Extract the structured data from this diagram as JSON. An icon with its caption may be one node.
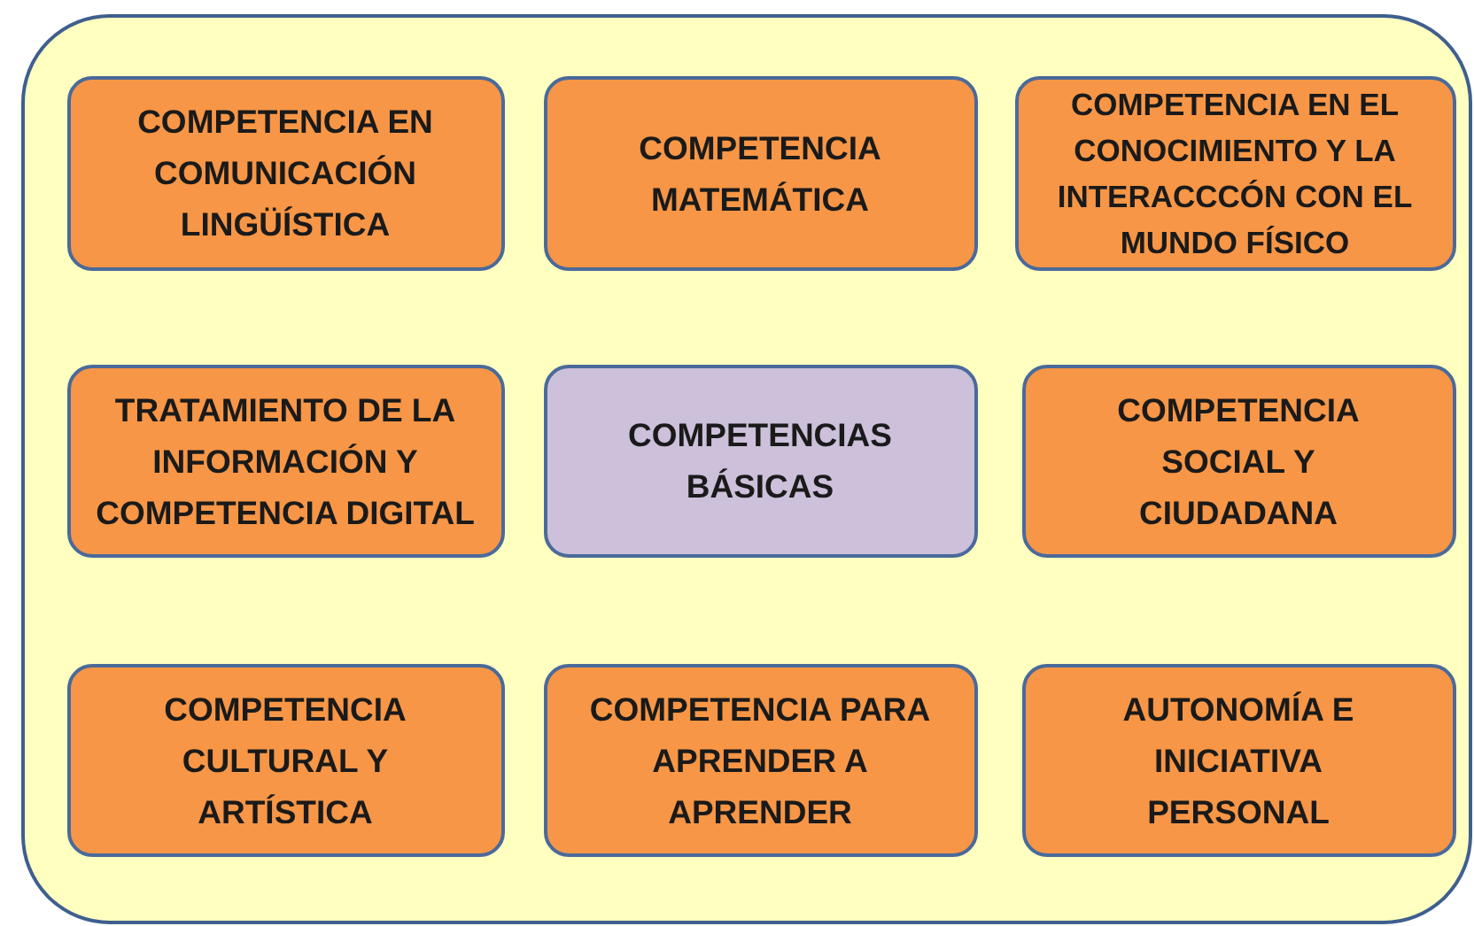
{
  "diagram": {
    "nodes": [
      {
        "text": [],
        "shape": "box"
      },
      {
        "text": [
          "COMPETENCIA EN COMUNICACIÓN LINGÜÍSTICA"
        ],
        "in": 0
      },
      {
        "text": [
          "COMPETENCIA MATEMÁTICA"
        ],
        "in": 0
      },
      {
        "text": [
          "COMPETENCIA EN EL CONOCIMIENTO Y LA INTERACCCÓN CON EL MUNDO FÍSICO"
        ],
        "in": 0
      },
      {
        "text": [
          "TRATAMIENTO DE LA INFORMACIÓN Y COMPETENCIA DIGITAL"
        ],
        "in": 0
      },
      {
        "text": [
          "COMPETENCIAS BÁSICAS"
        ],
        "in": 0
      },
      {
        "text": [
          "COMPETENCIA SOCIAL Y CIUDADANA"
        ],
        "in": 0
      },
      {
        "text": [
          "COMPETENCIA CULTURAL Y ARTÍSTICA"
        ],
        "in": 0
      },
      {
        "text": [
          "COMPETENCIA PARA APRENDER A APRENDER"
        ],
        "in": 0
      },
      {
        "text": [
          "AUTONOMÍA E INICIATIVA PERSONAL"
        ],
        "in": 0
      }
    ]
  }
}
